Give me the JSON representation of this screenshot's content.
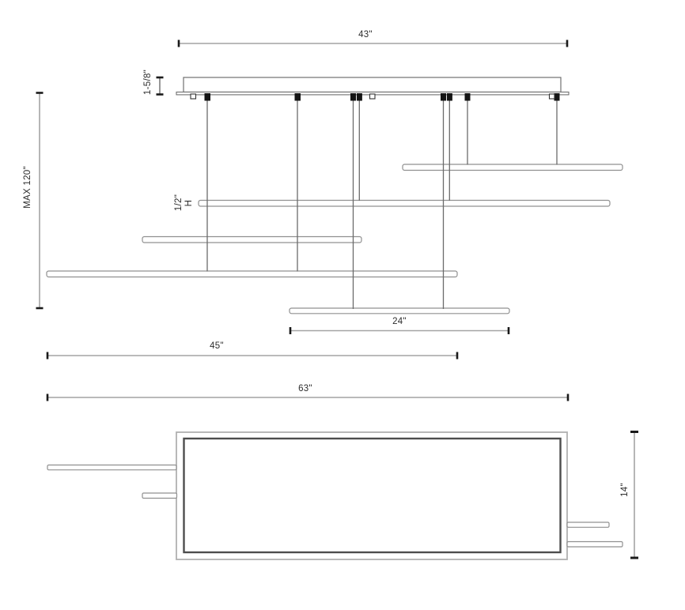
{
  "dims": {
    "canopy_width": "43\"",
    "canopy_height": "1-5/8\"",
    "max_drop": "MAX 120\"",
    "bar_thickness": "1/2\"",
    "bar_thickness_qualifier": "H",
    "bottom_bar_length": "24\"",
    "mid_bar_length": "45\"",
    "overall_length": "63\"",
    "overall_depth": "14\""
  },
  "colors": {
    "background": "#ffffff",
    "dimension_line": "#a3a3a3",
    "dimension_tick": "#1a1a1a",
    "canopy_outline": "#707070",
    "bar_outline": "#909090",
    "rod": "#6b6b6b",
    "connector_fill": "#151515",
    "plan_outer_outline": "#b0b0b0",
    "plan_inner_outline": "#4d4d4d",
    "text": "#2d2d2d"
  }
}
